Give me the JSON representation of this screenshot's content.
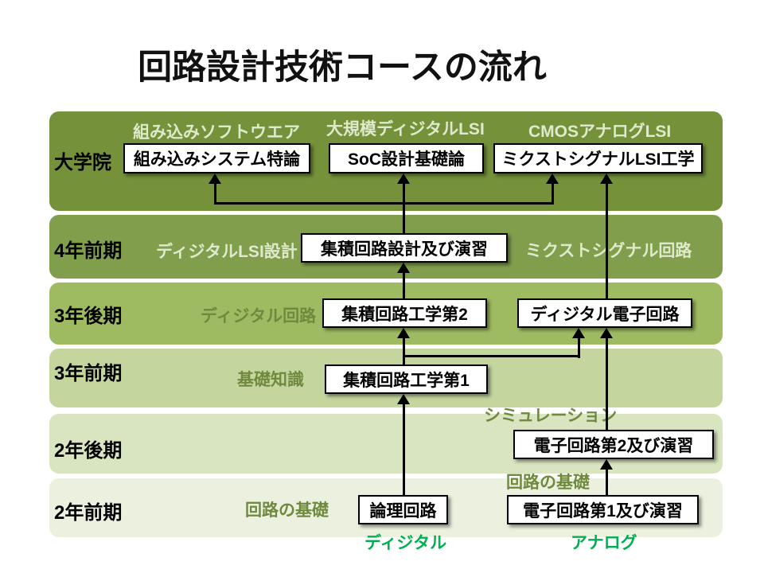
{
  "title": "回路設計技術コースの流れ",
  "colors": {
    "band_graduate": "#75923b",
    "band_4y_first": "#819e4d",
    "band_3y_second": "#9fbb62",
    "band_3y_first": "#c4d69e",
    "band_2y_second": "#d9e4c1",
    "band_2y_first": "#ecf1df",
    "topic_light_text": "#dfe9cc",
    "topic_dark_text": "#6f8a3e",
    "track_green": "#00b050",
    "connector": "#000000"
  },
  "rows": {
    "graduate": {
      "label": "大学院"
    },
    "y4_first": {
      "label": "4年前期"
    },
    "y3_second": {
      "label": "3年後期"
    },
    "y3_first": {
      "label": "3年前期"
    },
    "y2_second": {
      "label": "2年後期"
    },
    "y2_first": {
      "label": "2年前期"
    }
  },
  "topics": {
    "embedded_software": "組み込みソフトウエア",
    "large_scale_digital": "大規模ディジタルLSI",
    "cmos_analog": "CMOSアナログLSI",
    "digital_lsi_design": "ディジタルLSI設計",
    "mixed_signal_circuit": "ミクストシグナル回路",
    "digital_circuit": "ディジタル回路",
    "basic_knowledge": "基礎知識",
    "simulation": "シミュレーション",
    "circuit_basics_analog": "回路の基礎",
    "circuit_basics_digital": "回路の基礎",
    "track_digital": "ディジタル",
    "track_analog": "アナログ"
  },
  "courses": {
    "embedded_systems": "組み込みシステム特論",
    "soc_design": "SoC設計基礎論",
    "mixed_signal_lsi": "ミクストシグナルLSI工学",
    "ic_design_practice": "集積回路設計及び演習",
    "ic_engineering_2": "集積回路工学第2",
    "digital_electronics": "ディジタル電子回路",
    "ic_engineering_1": "集積回路工学第1",
    "electronics_2": "電子回路第2及び演習",
    "logic_circuits": "論理回路",
    "electronics_1": "電子回路第1及び演習"
  }
}
